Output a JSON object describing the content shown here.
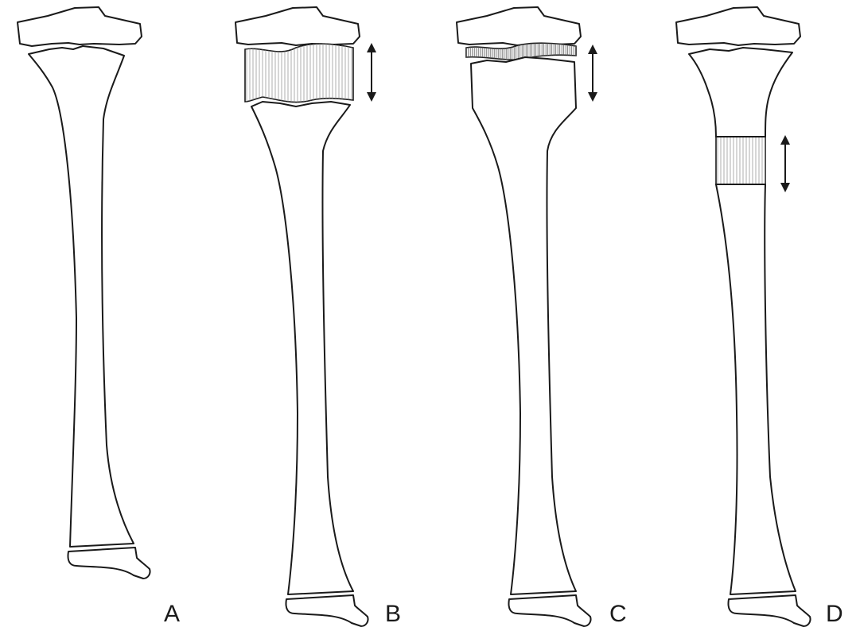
{
  "figure": {
    "panels": [
      {
        "id": "a",
        "label": "A",
        "distraction_zone": "none"
      },
      {
        "id": "b",
        "label": "B",
        "distraction_zone": "physis"
      },
      {
        "id": "c",
        "label": "C",
        "distraction_zone": "physis"
      },
      {
        "id": "d",
        "label": "D",
        "distraction_zone": "metaphysis"
      }
    ],
    "colors": {
      "outline": "#1a1a1a",
      "hatch": "#8a8a8a",
      "background": "#ffffff"
    }
  }
}
